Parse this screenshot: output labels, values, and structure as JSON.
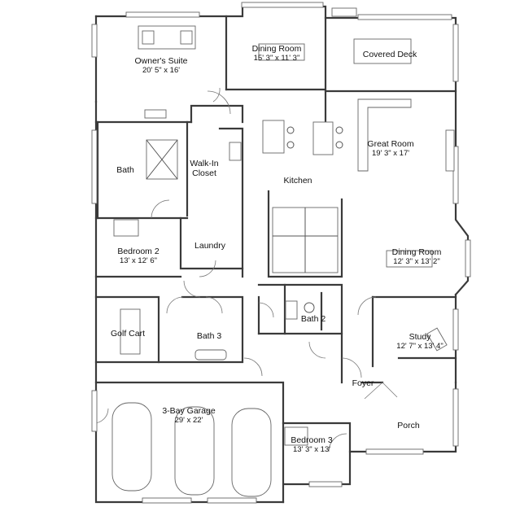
{
  "rooms": [
    {
      "id": "owners-suite",
      "name": "Owner's Suite",
      "dims": "20' 5\" x 16'"
    },
    {
      "id": "dining-room-1",
      "name": "Dining Room",
      "dims": "15' 3\" x 11' 3\""
    },
    {
      "id": "covered-deck",
      "name": "Covered Deck",
      "dims": ""
    },
    {
      "id": "great-room",
      "name": "Great Room",
      "dims": "19' 3\" x 17'"
    },
    {
      "id": "bath",
      "name": "Bath",
      "dims": ""
    },
    {
      "id": "walk-in-closet",
      "name": "Walk-In\nCloset",
      "dims": ""
    },
    {
      "id": "kitchen",
      "name": "Kitchen",
      "dims": ""
    },
    {
      "id": "bedroom-2",
      "name": "Bedroom 2",
      "dims": "13' x 12' 6\""
    },
    {
      "id": "laundry",
      "name": "Laundry",
      "dims": ""
    },
    {
      "id": "dining-room-2",
      "name": "Dining Room",
      "dims": "12' 3\" x 13' 2\""
    },
    {
      "id": "golf-cart",
      "name": "Golf Cart",
      "dims": ""
    },
    {
      "id": "bath-3",
      "name": "Bath 3",
      "dims": ""
    },
    {
      "id": "bath-2",
      "name": "Bath 2",
      "dims": ""
    },
    {
      "id": "study",
      "name": "Study",
      "dims": "12' 7\" x 13' 4\""
    },
    {
      "id": "foyer",
      "name": "Foyer",
      "dims": ""
    },
    {
      "id": "garage",
      "name": "3-Bay Garage",
      "dims": "29' x 22'"
    },
    {
      "id": "porch",
      "name": "Porch",
      "dims": ""
    },
    {
      "id": "bedroom-3",
      "name": "Bedroom 3",
      "dims": "13' 3\" x 13'"
    }
  ]
}
